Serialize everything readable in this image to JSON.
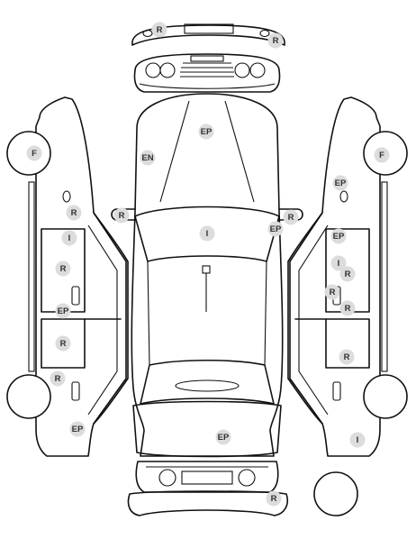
{
  "colors": {
    "line": "#111111",
    "marker_bg": "#dcdcdc",
    "marker_text": "#333333",
    "background": "#ffffff"
  },
  "markers": [
    {
      "id": "rear-bumper-left",
      "label": "R"
    },
    {
      "id": "rear-bumper-right",
      "label": "R"
    },
    {
      "id": "hood",
      "label": "EP"
    },
    {
      "id": "engine",
      "label": "EN"
    },
    {
      "id": "left-front-tire",
      "label": "F"
    },
    {
      "id": "right-front-tire",
      "label": "F"
    },
    {
      "id": "left-mirror",
      "label": "R"
    },
    {
      "id": "right-mirror",
      "label": "R"
    },
    {
      "id": "left-front-fender",
      "label": "R"
    },
    {
      "id": "right-front-fender",
      "label": "EP"
    },
    {
      "id": "right-a-pillar",
      "label": "EP"
    },
    {
      "id": "roof",
      "label": "I"
    },
    {
      "id": "left-front-door-top",
      "label": "I"
    },
    {
      "id": "right-front-door-top",
      "label": "EP"
    },
    {
      "id": "left-front-door",
      "label": "R"
    },
    {
      "id": "right-front-door-a",
      "label": "I"
    },
    {
      "id": "right-front-door-b",
      "label": "R"
    },
    {
      "id": "right-front-door-c",
      "label": "R"
    },
    {
      "id": "right-front-door-d",
      "label": "R"
    },
    {
      "id": "left-door-seam",
      "label": "EP"
    },
    {
      "id": "left-rear-door",
      "label": "R"
    },
    {
      "id": "right-rear-door",
      "label": "R"
    },
    {
      "id": "left-rear-door-low",
      "label": "R"
    },
    {
      "id": "left-rear-quarter",
      "label": "EP"
    },
    {
      "id": "right-rear-quarter",
      "label": "I"
    },
    {
      "id": "trunk",
      "label": "EP"
    },
    {
      "id": "front-bumper",
      "label": "R"
    }
  ]
}
